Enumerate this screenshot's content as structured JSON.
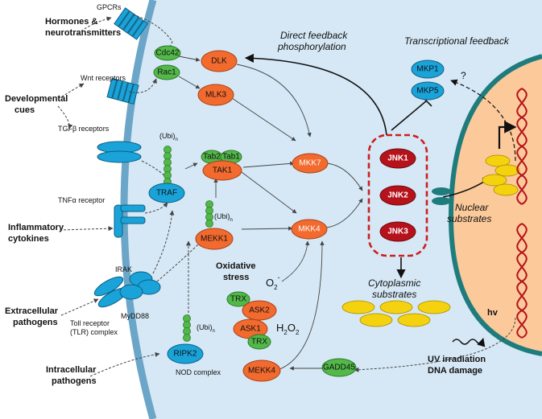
{
  "colors": {
    "cytoplasm": "#d6e8f5",
    "membrane": "#6ba6c8",
    "nucleus": "#fbc99a",
    "nuclear_envelope": "#1f7c7c",
    "orange_node": "#f26a2e",
    "green_node": "#52b849",
    "blue_node": "#1aa3d9",
    "red_node": "#b5121b",
    "yellow_node": "#f5d20f"
  },
  "left_labels": {
    "hormones": [
      "Hormones &",
      "neurotransmitters"
    ],
    "developmental": [
      "Developmental",
      "cues"
    ],
    "inflammatory": [
      "Inflammatory",
      "cytokines"
    ],
    "extracellular": [
      "Extracellular",
      "pathogens"
    ],
    "intracellular": [
      "Intracellular",
      "pathogens"
    ]
  },
  "receptor_labels": {
    "gpcrs": "GPCRs",
    "wnt": "Wnt receptors",
    "tgfb": "TGFβ receptors",
    "tnfa": "TNFα receptor",
    "irak": "IRAK",
    "myd88": "MyDD88",
    "tlr": [
      "Toll receptor",
      "(TLR) complex"
    ],
    "nod": "NOD complex"
  },
  "nodes": {
    "cdc42": "Cdc42",
    "rac1": "Rac1",
    "dlk": "DLK",
    "mlk3": "MLK3",
    "tab2": "Tab2",
    "tab1": "Tab1",
    "tak1": "TAK1",
    "traf": "TRAF",
    "mekk1": "MEKK1",
    "mkk7": "MKK7",
    "mkk4": "MKK4",
    "jnk1": "JNK1",
    "jnk2": "JNK2",
    "jnk3": "JNK3",
    "mkp1": "MKP1",
    "mkp5": "MKP5",
    "trx_top": "TRX",
    "ask2": "ASK2",
    "ask1": "ASK1",
    "trx_bottom": "TRX",
    "ripk2": "RIPK2",
    "mekk4": "MEKK4",
    "gadd45": "GADD45"
  },
  "ubi": {
    "base": "(Ubi)",
    "sub": "n"
  },
  "annotations": {
    "direct_feedback": [
      "Direct feedback",
      "phosphorylation"
    ],
    "transcriptional_feedback": "Transcriptional feedback",
    "question": "?",
    "oxidative_stress": [
      "Oxidative",
      "stress"
    ],
    "o2_base": "O",
    "o2_sub": "2",
    "o2_sup": "-",
    "h2o2_a": "H",
    "h2o2_sub1": "2",
    "h2o2_b": "O",
    "h2o2_sub2": "2",
    "nuclear_substrates": [
      "Nuclear",
      "substrates"
    ],
    "cytoplasmic_substrates": [
      "Cytoplasmic",
      "substrates"
    ],
    "hv": "hv",
    "uv": [
      "UV irradiation",
      "DNA damage"
    ]
  }
}
